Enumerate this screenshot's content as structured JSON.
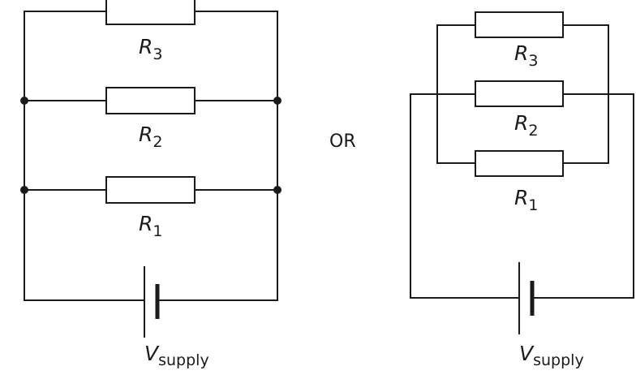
{
  "left_circuit": {
    "resistors": [
      {
        "symbol": "R",
        "subscript": "3"
      },
      {
        "symbol": "R",
        "subscript": "2"
      },
      {
        "symbol": "R",
        "subscript": "1"
      }
    ],
    "supply": {
      "symbol": "V",
      "subscript": "supply"
    }
  },
  "separator": "OR",
  "right_circuit": {
    "resistors": [
      {
        "symbol": "R",
        "subscript": "3"
      },
      {
        "symbol": "R",
        "subscript": "2"
      },
      {
        "symbol": "R",
        "subscript": "1"
      }
    ],
    "supply": {
      "symbol": "V",
      "subscript": "supply"
    }
  }
}
